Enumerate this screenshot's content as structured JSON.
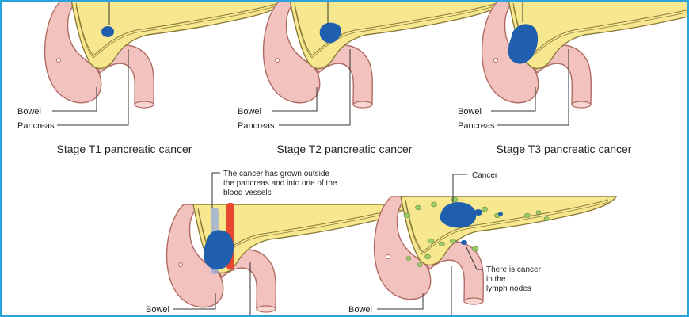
{
  "labels": {
    "bowel": "Bowel",
    "pancreas": "Pancreas",
    "cancer": "Cancer"
  },
  "panels": [
    {
      "id": "t1",
      "caption": "Stage T1 pancreatic cancer"
    },
    {
      "id": "t2",
      "caption": "Stage T2 pancreatic cancer"
    },
    {
      "id": "t3",
      "caption": "Stage T3 pancreatic cancer"
    },
    {
      "id": "t4",
      "caption": ""
    },
    {
      "id": "n1",
      "caption": ""
    }
  ],
  "annotations": {
    "t4_vessels": [
      "The cancer has grown outside",
      "the pancreas and into one of the",
      "blood vessels"
    ],
    "n1_lymph": [
      "There is cancer",
      "in the",
      "lymph nodes"
    ]
  },
  "colors": {
    "pancreas": "#f7e88f",
    "pancreas_outline": "#8a7a3a",
    "bowel": "#f2c3be",
    "bowel_outline": "#b06a64",
    "tumour": "#1f5fae",
    "lymph": "#9ccb6a",
    "vessel_red": "#e8472f",
    "vessel_blue": "#9aaed8",
    "frame": "#2aa3dc"
  }
}
